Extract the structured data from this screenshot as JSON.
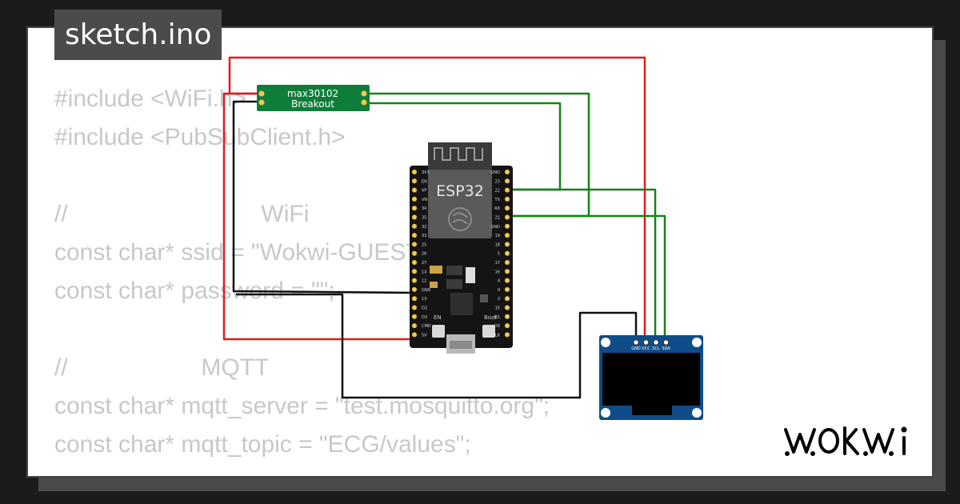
{
  "tab": {
    "filename": "sketch.ino"
  },
  "code_lines": [
    "#include <WiFi.h>",
    "#include <PubSubClient.h>",
    "",
    "//                             WiFi",
    "const char* ssid = \"Wokwi-GUEST\";",
    "const char* password = \"\";",
    "",
    "//                    MQTT",
    "const char* mqtt_server = \"test.mosquitto.org\";",
    "const char* mqtt_topic = \"ECG/values\";"
  ],
  "sensor": {
    "line1": "max30102",
    "line2": "Breakout"
  },
  "mcu": {
    "chip_label": "ESP32",
    "left_pins": [
      "3V3",
      "EN",
      "VP",
      "VN",
      "34",
      "35",
      "32",
      "33",
      "25",
      "26",
      "27",
      "14",
      "12",
      "GND",
      "13",
      "D2",
      "D3",
      "CMD",
      "5V"
    ],
    "right_pins": [
      "GND",
      "23",
      "22",
      "TX",
      "RX",
      "21",
      "GND",
      "19",
      "18",
      "5",
      "17",
      "16",
      "4",
      "0",
      "2",
      "15",
      "D1",
      "D0",
      "CLK"
    ],
    "btn_en": "EN",
    "btn_boot": "Boot"
  },
  "oled": {
    "pins": [
      "GND",
      "VCC",
      "SCL",
      "SDA"
    ]
  },
  "brand": {
    "logo": "WOKWI"
  },
  "colors": {
    "wire_red": "#e01b1b",
    "wire_green": "#128512",
    "wire_black": "#111111",
    "sensor_board": "#0e7d3a",
    "oled_board": "#0f4d8a",
    "code_text": "#c8c8c8",
    "tab_bg": "#4b4b4b"
  }
}
